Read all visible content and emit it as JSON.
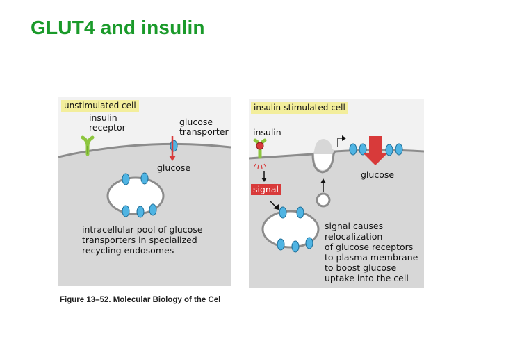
{
  "slide": {
    "title": "GLUT4 and insulin"
  },
  "left_panel": {
    "label": "unstimulated cell",
    "insulin_receptor": [
      "insulin",
      "receptor"
    ],
    "glucose_transporter": [
      "glucose",
      "transporter"
    ],
    "glucose": "glucose",
    "pool_text": [
      "intracellular pool of glucose",
      "transporters in specialized",
      "recycling endosomes"
    ]
  },
  "right_panel": {
    "label": "insulin-stimulated cell",
    "insulin": "insulin",
    "signal": "signal",
    "glucose": "glucose",
    "explanation": [
      "signal causes",
      "relocalization",
      "of glucose receptors",
      "to plasma membrane",
      "to boost glucose",
      "uptake into the cell"
    ]
  },
  "caption": "Figure 13–52. Molecular Biology of the Cel",
  "colors": {
    "title": "#1a9a2a",
    "label_bg": "#f3ee9c",
    "cytoplasm": "#d7d7d7",
    "membrane": "#8c8c8c",
    "transporter": "#4fb4e3",
    "signal": "#d83a3a",
    "receptor": "#8dc63f"
  }
}
